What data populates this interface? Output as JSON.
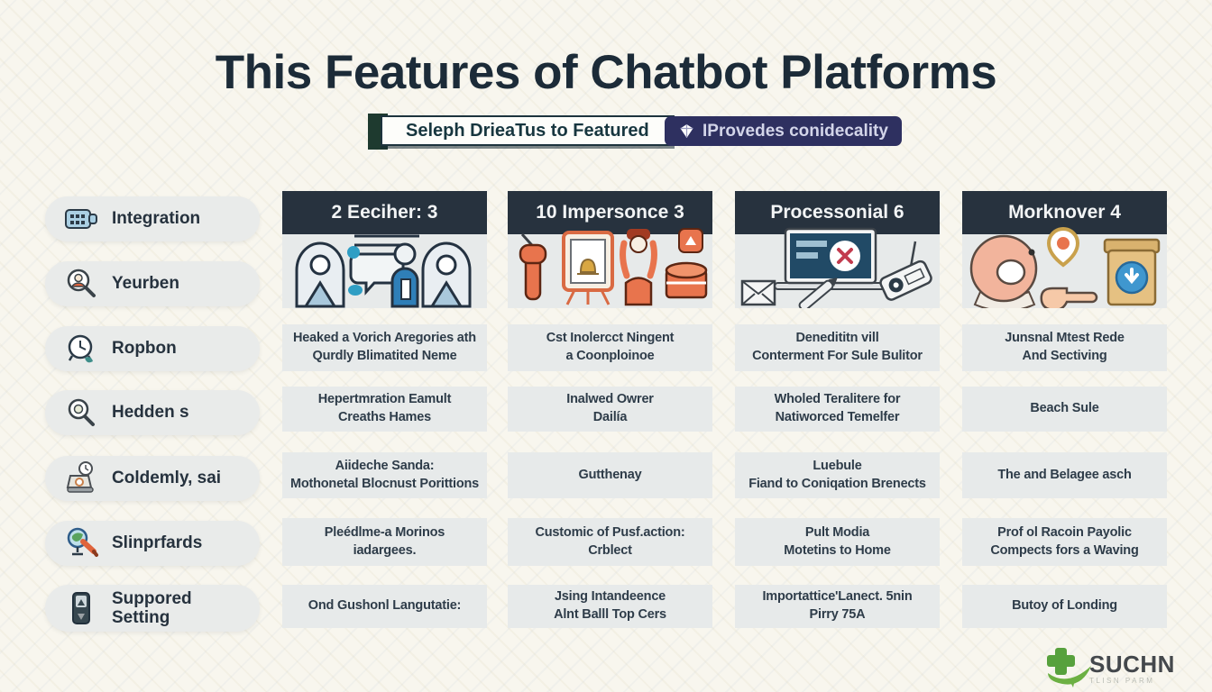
{
  "title": "This Features of Chatbot Platforms",
  "badges": {
    "select_label": "Seleph DrieaTus to Featured",
    "provides_label": "IProvedes conidecality"
  },
  "sidebar": {
    "items": [
      {
        "label": "Integration",
        "icon": "plug-icon"
      },
      {
        "label": "Yeurben",
        "icon": "search-person-icon"
      },
      {
        "label": "Ropbon",
        "icon": "alarm-clock-icon"
      },
      {
        "label": "Hedden s",
        "icon": "magnifier-icon"
      },
      {
        "label": "Coldemly, sai",
        "icon": "scale-clock-icon"
      },
      {
        "label": "Slinprfards",
        "icon": "globe-pen-icon"
      },
      {
        "label": "Suppored\nSetting",
        "icon": "remote-icon"
      }
    ]
  },
  "columns": [
    {
      "header": "2 Eeciher: 3",
      "illustration": "chat-people-illustration",
      "rows": [
        "Heaked a Vorich Aregories ath\nQurdly Blimatited Neme",
        "Hepertmration Eamult\nCreaths Hames",
        "Aiideche Sanda:\nMothonetal Blocnust Porittions",
        "Pleédlme-a Morinos\niadargees.",
        "Ond Gushonl Langutatie:"
      ]
    },
    {
      "header": "10 Impersonce 3",
      "illustration": "fists-frame-illustration",
      "rows": [
        "Cst Inolercct Ningent\na Coonploinoe",
        "Inalwed Owrer\nDailía",
        "Gutthenay",
        "Customic of Pusf.action:\nCrblect",
        "Jsing Intandeence\nAlnt Balll Top Cers"
      ]
    },
    {
      "header": "Processonial 6",
      "illustration": "laptop-error-illustration",
      "rows": [
        "Denedititn vill\nConterment For Sule Bulitor",
        "Wholed Teralitere for\nNatiworced Temelfer",
        "Luebule\nFiand to Coniqation Brenects",
        "Pult Modia\nMotetins to Home",
        "Importattice'Lanect. 5nin\nPirry 75A"
      ]
    },
    {
      "header": "Morknover 4",
      "illustration": "donut-box-illustration",
      "rows": [
        "Junsnal Mtest Rede\nAnd Sectiving",
        "Beach Sule",
        "The and Belagee asch",
        "Prof ol Racoin Payolic\nCompects fors a Waving",
        "Butoy of Londing"
      ]
    }
  ],
  "logo": {
    "name": "SUCHN",
    "tagline": "TLISN PARM"
  },
  "colors": {
    "header_navy": "#27323e",
    "badge_indigo": "#2e3060",
    "accent_green": "#1e3a2f",
    "row_gray": "#e7eaea",
    "title_navy": "#1c2b38",
    "orange": "#e8744d",
    "blue": "#2f7fb8",
    "logo_green": "#57a13d"
  }
}
